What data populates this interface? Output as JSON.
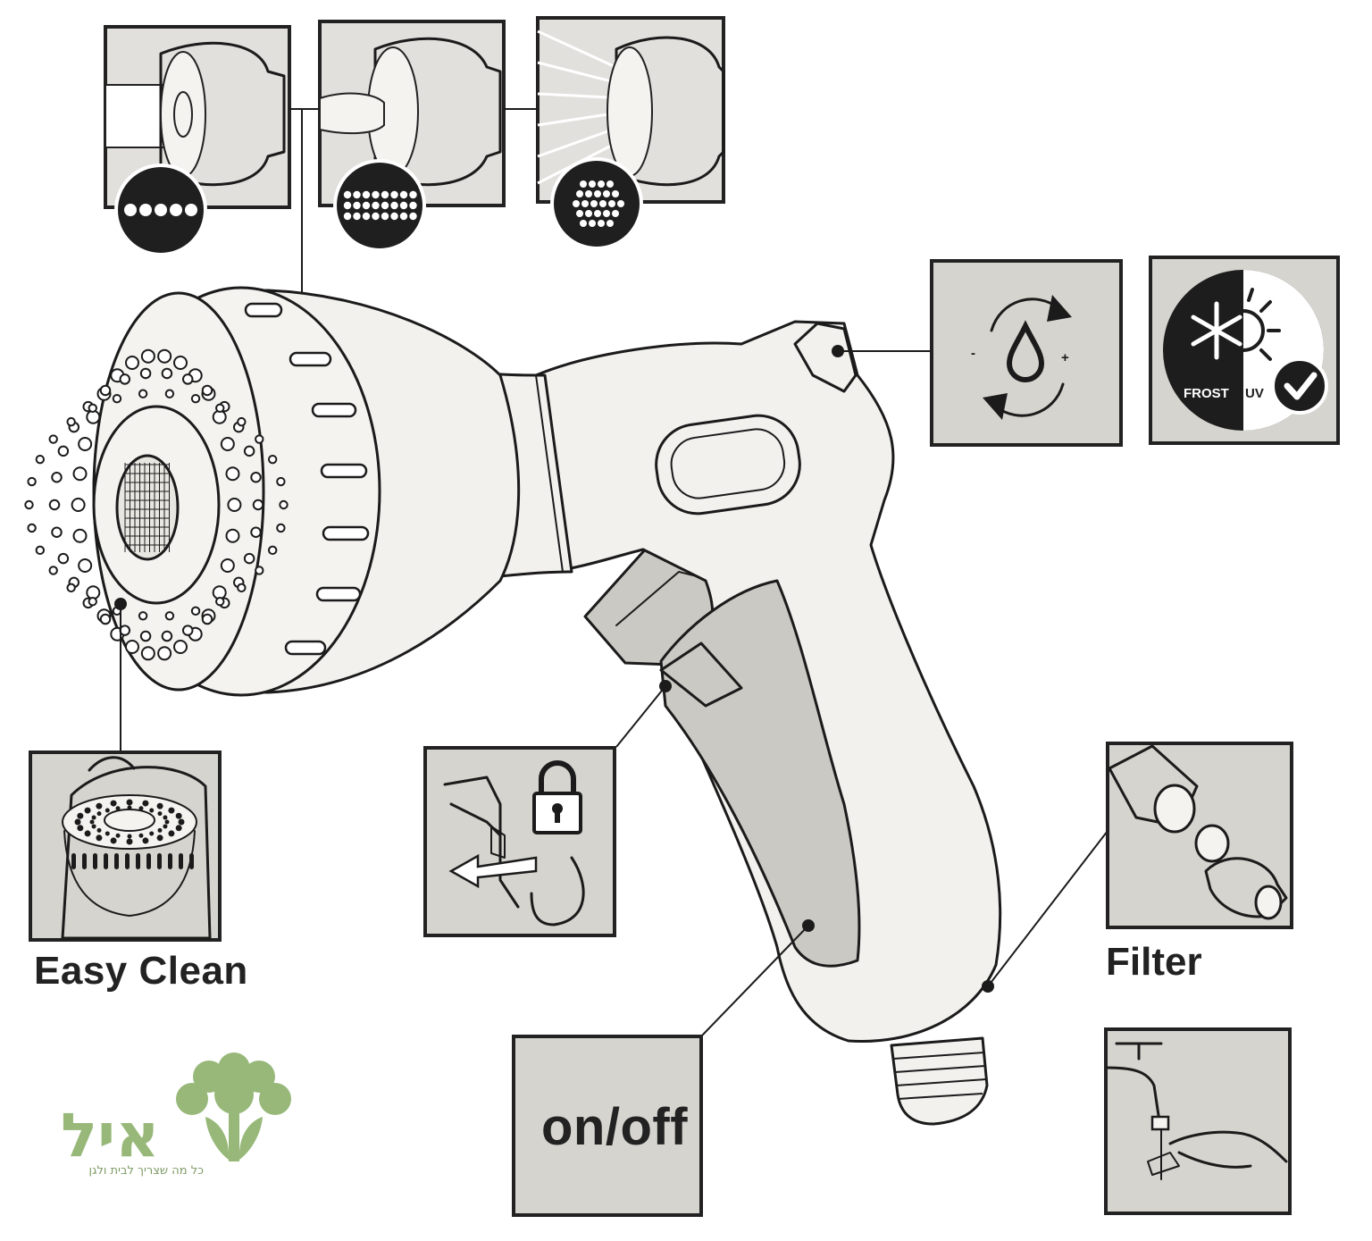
{
  "labels": {
    "easy_clean": "Easy Clean",
    "filter": "Filter",
    "on_off": "on/off"
  },
  "badge": {
    "frost": "FROST",
    "uv": "UV"
  },
  "flow_control": {
    "minus": "-",
    "plus": "+"
  },
  "logo": {
    "name": "איל",
    "tagline": "כל מה שצריך לבית ולגן",
    "color": "#97b879"
  },
  "spray_modes": [
    "jet",
    "shower",
    "fan"
  ],
  "colors": {
    "panel": "#d6d4cf",
    "ink": "#1b1b1b",
    "logo_green": "#97b879"
  }
}
